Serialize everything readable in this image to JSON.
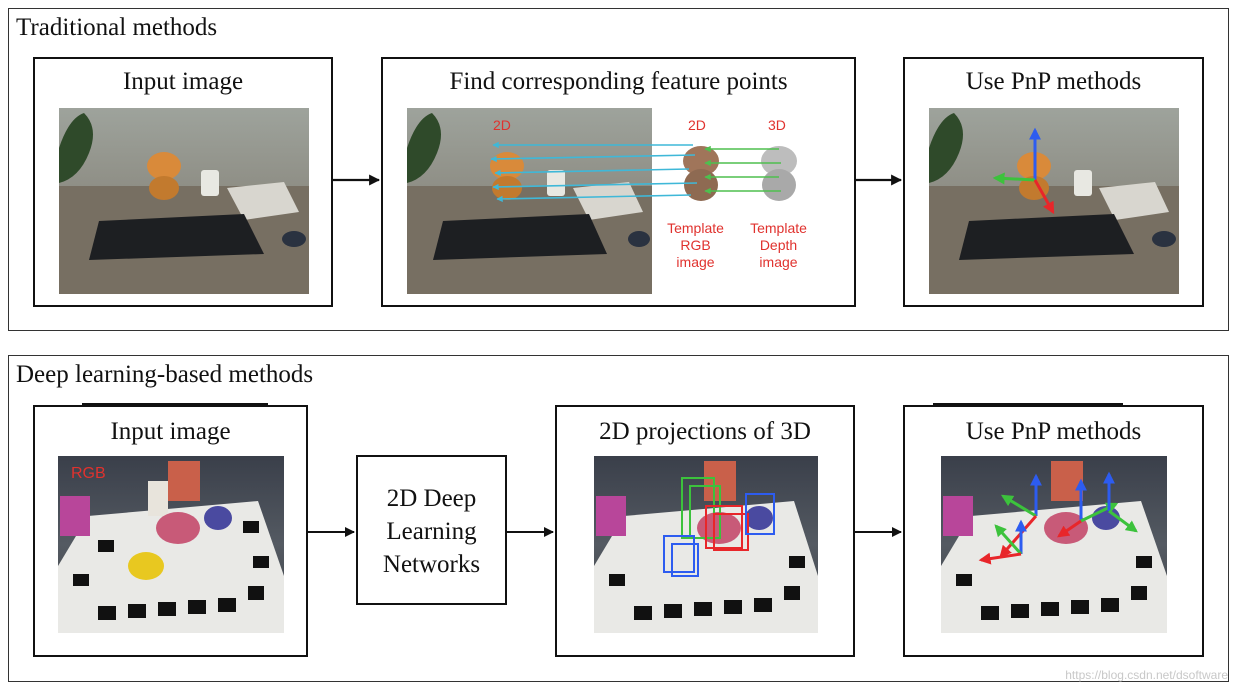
{
  "traditional": {
    "section_title": "Traditional methods",
    "input_title": "Input image",
    "match_title": "Find corresponding feature points",
    "label_2d_scene": "2D",
    "label_2d_template": "2D",
    "label_3d": "3D",
    "template_rgb": [
      "Template",
      "RGB",
      "image"
    ],
    "template_depth": [
      "Template",
      "Depth",
      "image"
    ],
    "pnp_title": "Use PnP methods"
  },
  "deep": {
    "section_title": "Deep learning-based methods",
    "input_title": "Input image",
    "rgb_label": "RGB",
    "network_lines": [
      "2D Deep",
      "Learning",
      "Networks"
    ],
    "projection_title": "2D projections of 3D",
    "pnp_title": "Use PnP methods"
  },
  "watermark": "https://blog.csdn.net/dsoftware",
  "colors": {
    "match_line_cyan": "#3fb8d8",
    "match_line_green": "#4fbf4f",
    "label_red": "#e0322e",
    "axis_red": "#e8262a",
    "axis_green": "#3cc23c",
    "axis_blue": "#2d5cf0"
  }
}
